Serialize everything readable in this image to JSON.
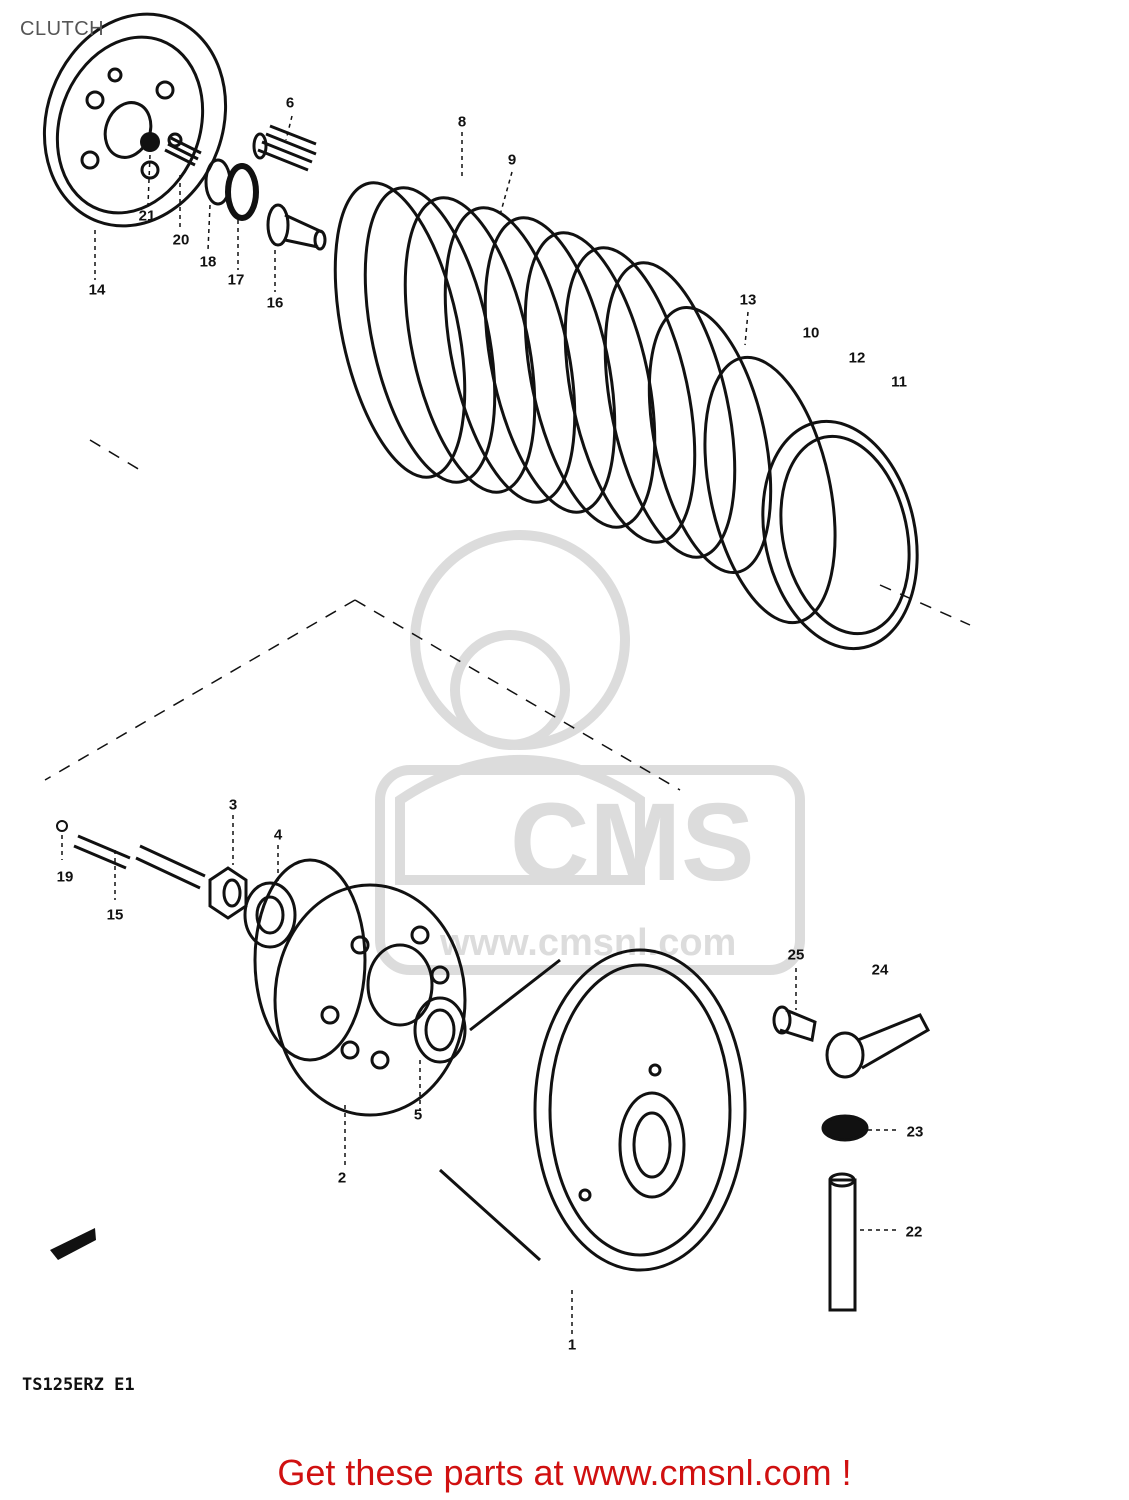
{
  "title": "CLUTCH",
  "model_code": "TS125ERZ E1",
  "footer": "Get these parts at www.cmsnl.com !",
  "watermark": {
    "brand": "CMS",
    "url": "www.cmsnl.com",
    "color": "#d8d8d8"
  },
  "colors": {
    "ink": "#111111",
    "footer": "#d01010"
  },
  "callouts": [
    {
      "label": "1"
    },
    {
      "label": "2"
    },
    {
      "label": "3"
    },
    {
      "label": "4"
    },
    {
      "label": "5"
    },
    {
      "label": "6"
    },
    {
      "label": "8"
    },
    {
      "label": "9"
    },
    {
      "label": "10"
    },
    {
      "label": "11"
    },
    {
      "label": "12"
    },
    {
      "label": "13"
    },
    {
      "label": "14"
    },
    {
      "label": "15"
    },
    {
      "label": "16"
    },
    {
      "label": "17"
    },
    {
      "label": "18"
    },
    {
      "label": "19"
    },
    {
      "label": "20"
    },
    {
      "label": "21"
    },
    {
      "label": "22"
    },
    {
      "label": "23"
    },
    {
      "label": "24"
    },
    {
      "label": "25"
    }
  ]
}
